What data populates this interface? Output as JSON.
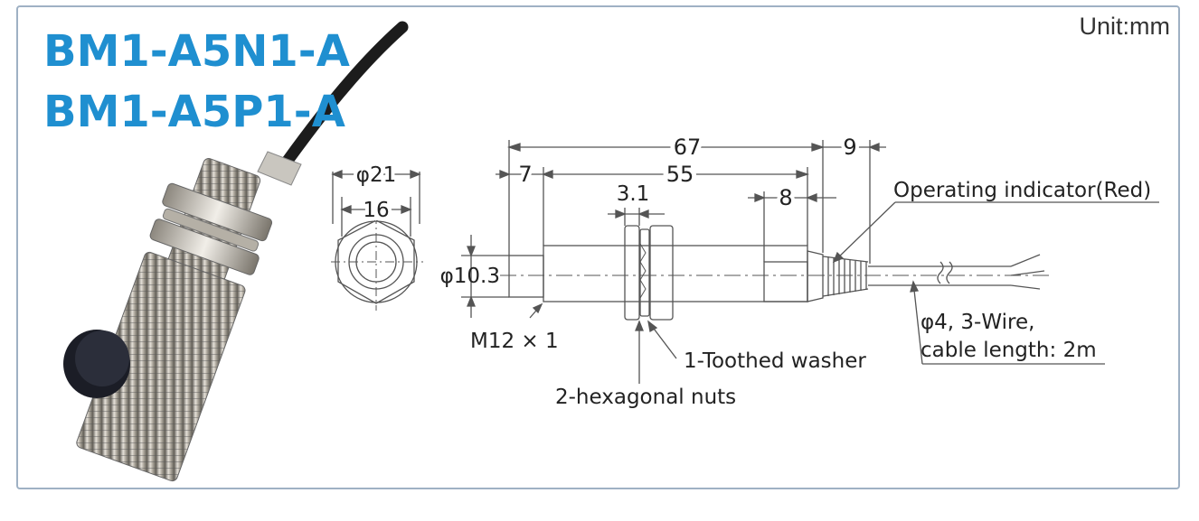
{
  "titles": {
    "line1": "BM1-A5N1-A",
    "line2": "BM1-A5P1-A"
  },
  "unit": "Unit:mm",
  "dims": {
    "d21": "φ21",
    "d16": "16",
    "d67": "67",
    "d9": "9",
    "d7": "7",
    "d55": "55",
    "d31": "3.1",
    "d8": "8",
    "d103": "φ10.3"
  },
  "labels": {
    "indicator": "Operating indicator(Red)",
    "thread": "M12 × 1",
    "washer": "1-Toothed washer",
    "nuts": "2-hexagonal nuts",
    "cable_line1": "φ4, 3-Wire,",
    "cable_line2": "cable length: 2m"
  },
  "colors": {
    "title": "#1f8fd0",
    "frame": "#9fb1c4",
    "line": "#555555"
  }
}
